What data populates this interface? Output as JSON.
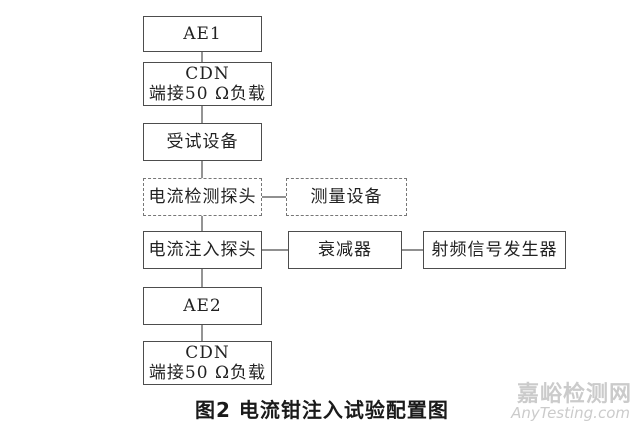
{
  "boxes": {
    "ae1": "AE1",
    "cdn_top_line1": "CDN",
    "cdn_top_line2": "端接50 Ω负载",
    "eut": "受试设备",
    "current_probe": "电流检测探头",
    "measure": "测量设备",
    "injection_probe": "电流注入探头",
    "attenuator": "衰减器",
    "rf_generator": "射频信号发生器",
    "ae2": "AE2",
    "cdn_bottom_line1": "CDN",
    "cdn_bottom_line2": "端接50 Ω负载"
  },
  "caption": "图2 电流钳注入试验配置图",
  "watermark": {
    "cn": "嘉峪检测网",
    "en": "AnyTesting.com"
  },
  "colors": {
    "border": "#4d4d4d",
    "dashed_border": "#777777",
    "connector": "#4d4d4d",
    "text": "#222222"
  }
}
